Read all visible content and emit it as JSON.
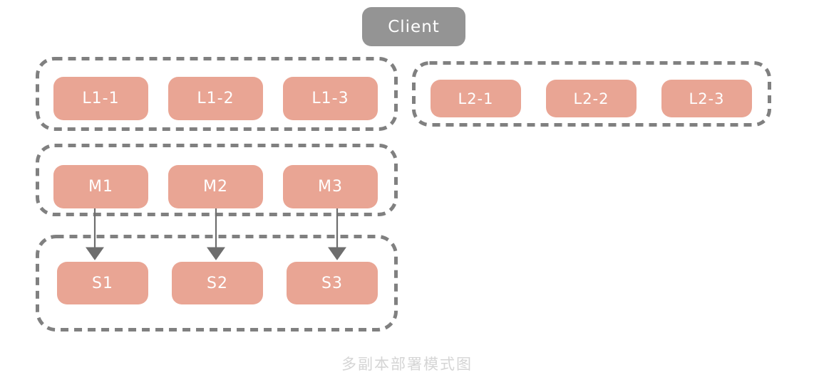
{
  "diagram": {
    "caption": "多副本部署模式图",
    "colors": {
      "node_salmon": "#e9a594",
      "node_gray": "#949494",
      "group_border": "#808080",
      "arrow": "#6e6e6e",
      "caption_text": "#d5d5d5",
      "node_text": "#ffffff",
      "background": "#ffffff"
    },
    "client": {
      "label": "Client"
    },
    "groups": [
      {
        "id": "group-l1",
        "name": "l1-group",
        "nodes": [
          {
            "label": "L1-1"
          },
          {
            "label": "L1-2"
          },
          {
            "label": "L1-3"
          }
        ]
      },
      {
        "id": "group-l2",
        "name": "l2-group",
        "nodes": [
          {
            "label": "L2-1"
          },
          {
            "label": "L2-2"
          },
          {
            "label": "L2-3"
          }
        ]
      },
      {
        "id": "group-m",
        "name": "master-group",
        "nodes": [
          {
            "label": "M1"
          },
          {
            "label": "M2"
          },
          {
            "label": "M3"
          }
        ]
      },
      {
        "id": "group-s",
        "name": "slave-group",
        "nodes": [
          {
            "label": "S1"
          },
          {
            "label": "S2"
          },
          {
            "label": "S3"
          }
        ]
      }
    ],
    "connections": [
      {
        "from": "M1",
        "to": "S1"
      },
      {
        "from": "M2",
        "to": "S2"
      },
      {
        "from": "M3",
        "to": "S3"
      }
    ]
  }
}
